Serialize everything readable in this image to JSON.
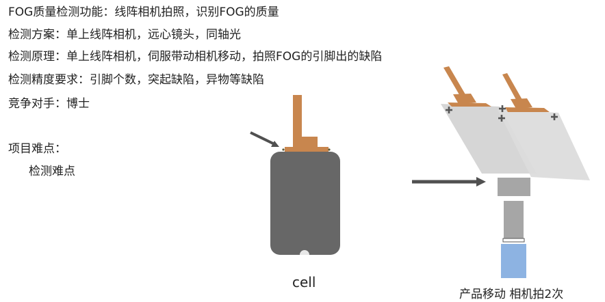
{
  "lines": [
    "FOG质量检测功能：线阵相机拍照，识别FOG的质量",
    "检测方案：单上线阵相机，远心镜头，同轴光",
    "检测原理：单上线阵相机，伺服带动相机移动，拍照FOG的引脚出的缺陷",
    "检测精度要求：引脚个数，突起缺陷，异物等缺陷",
    "竞争对手：博士",
    "项目难点：",
    "检测难点"
  ],
  "captions": {
    "cell": "cell",
    "process": "产品移动 相机拍2次"
  },
  "colors": {
    "battery_body": "#676767",
    "tab": "#c8864e",
    "panel": "#d9d9d9",
    "arrow": "#505050",
    "camera": "#a6a6a6",
    "light": "#8db3e2"
  }
}
